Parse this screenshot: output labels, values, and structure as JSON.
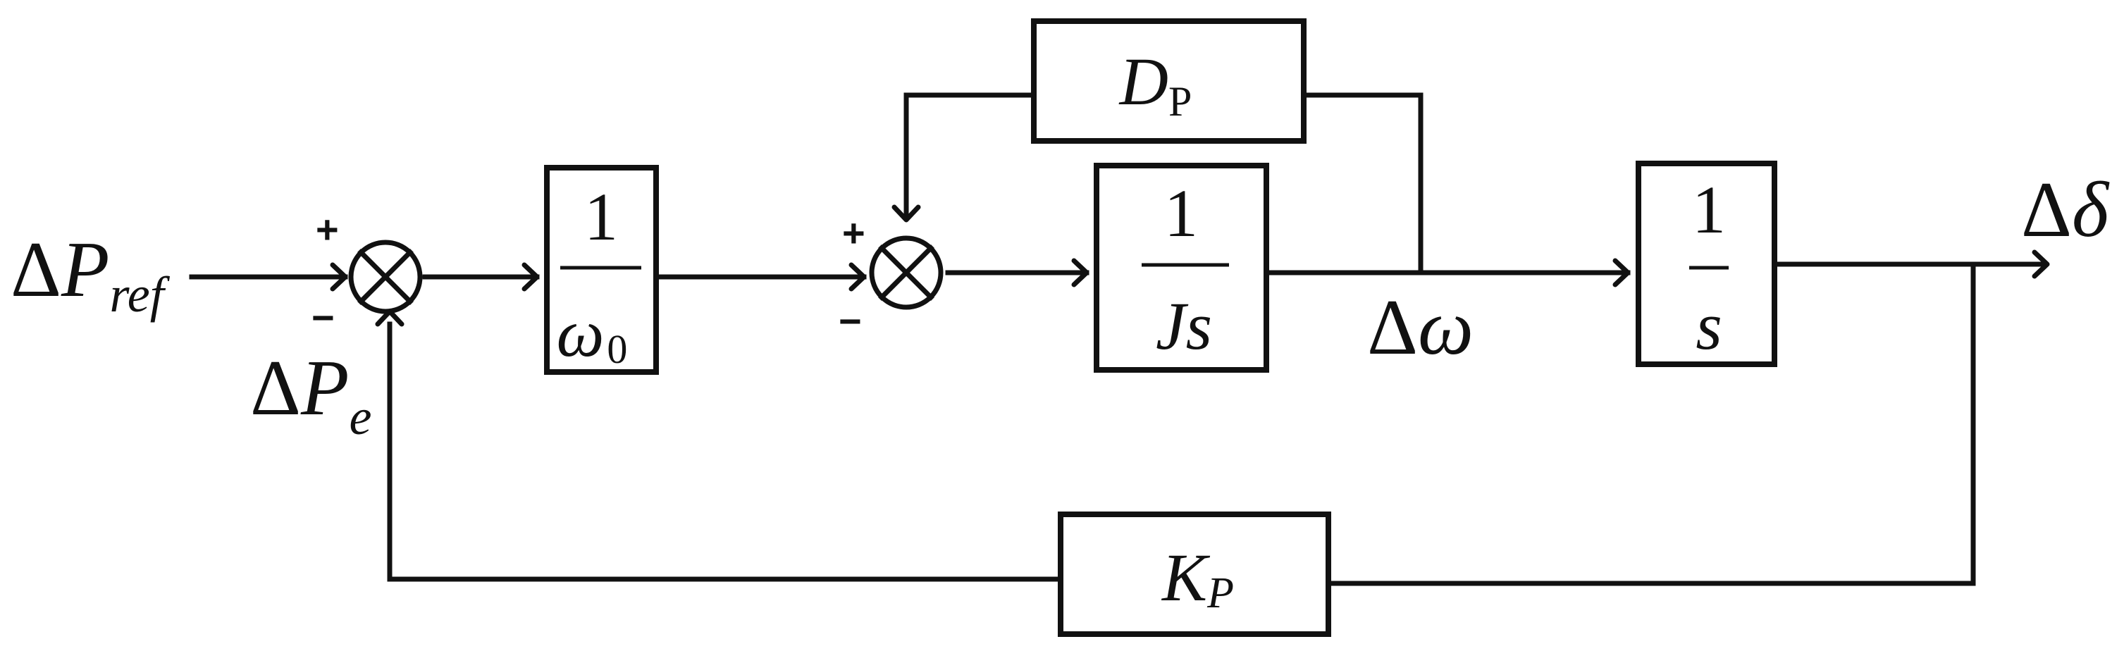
{
  "signals": {
    "input_delta": "Δ",
    "input_sym": "P",
    "input_sub": "ref",
    "feedback_delta": "Δ",
    "feedback_sym": "P",
    "feedback_sub": "e",
    "omega_delta": "Δ",
    "omega_sym": "ω",
    "output_delta": "Δ",
    "output_sym": "δ"
  },
  "summing_junctions": {
    "first": {
      "plus": "+",
      "minus": "−"
    },
    "second": {
      "plus": "+",
      "minus": "−"
    }
  },
  "blocks": {
    "inverse_omega0": {
      "num": "1",
      "den_sym": "ω",
      "den_sub": "0"
    },
    "inertia": {
      "num": "1",
      "den": "Js"
    },
    "integrator": {
      "num": "1",
      "den": "s"
    },
    "damping": {
      "sym": "D",
      "sub": "P"
    },
    "droop": {
      "sym": "K",
      "sub": "P"
    }
  }
}
